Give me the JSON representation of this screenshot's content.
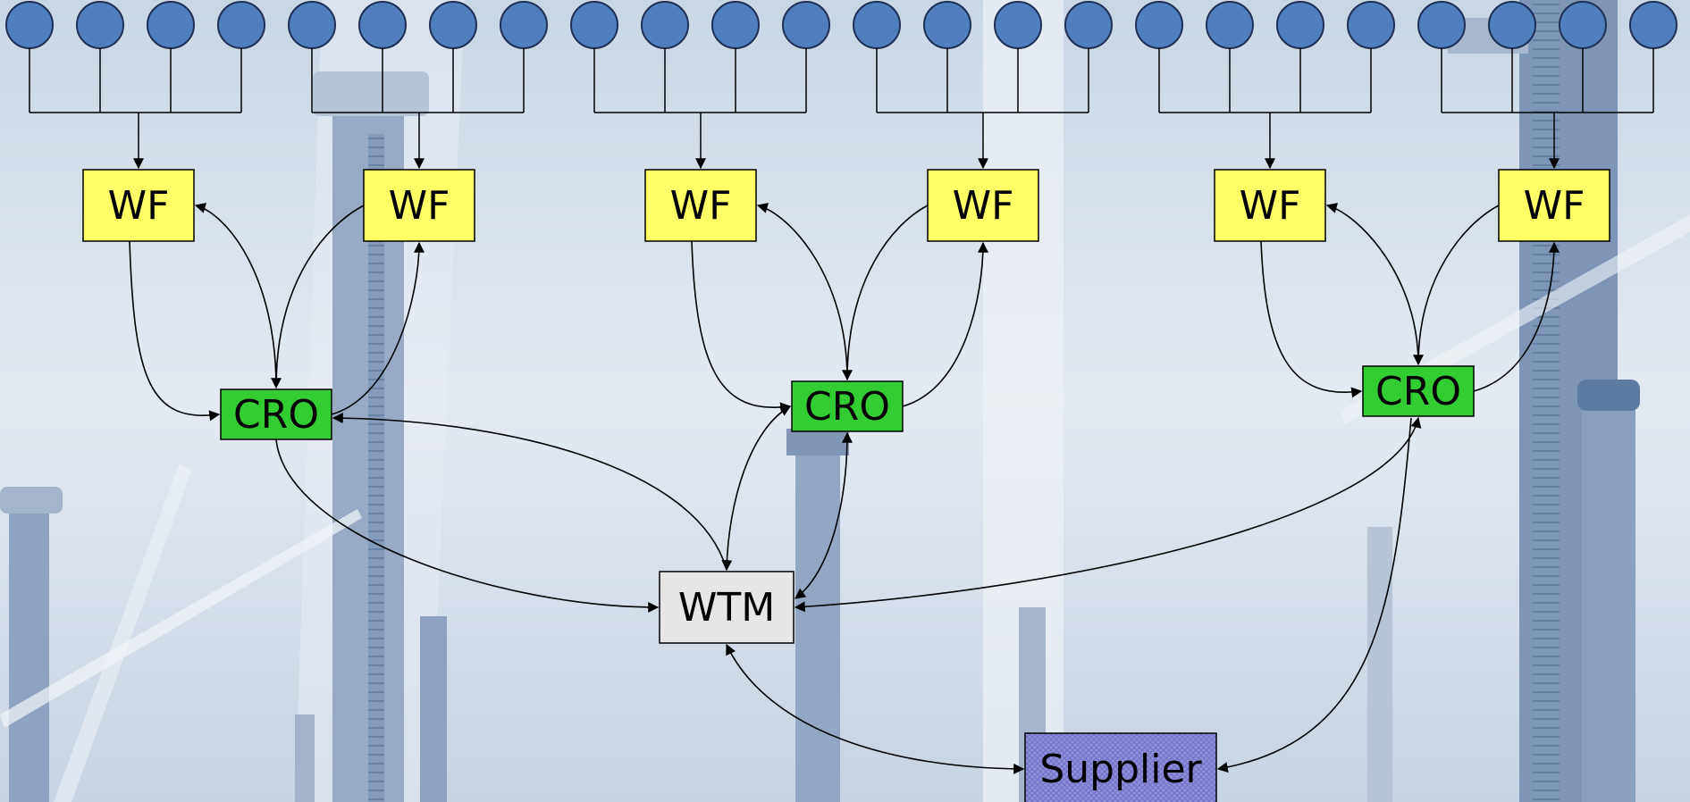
{
  "diagram": {
    "sensor_count": 24,
    "nodes": {
      "wf_labels": [
        "WF",
        "WF",
        "WF",
        "WF",
        "WF",
        "WF"
      ],
      "cro_labels": [
        "CRO",
        "CRO",
        "CRO"
      ],
      "wtm_label": "WTM",
      "supplier_label": "Supplier"
    },
    "colors": {
      "sensor_fill": "#4f7fbf",
      "wf_fill": "#ffff66",
      "cro_fill": "#33cc33",
      "wtm_fill": "#e6e6e6",
      "supplier_fill": "#8c8cd9"
    }
  }
}
